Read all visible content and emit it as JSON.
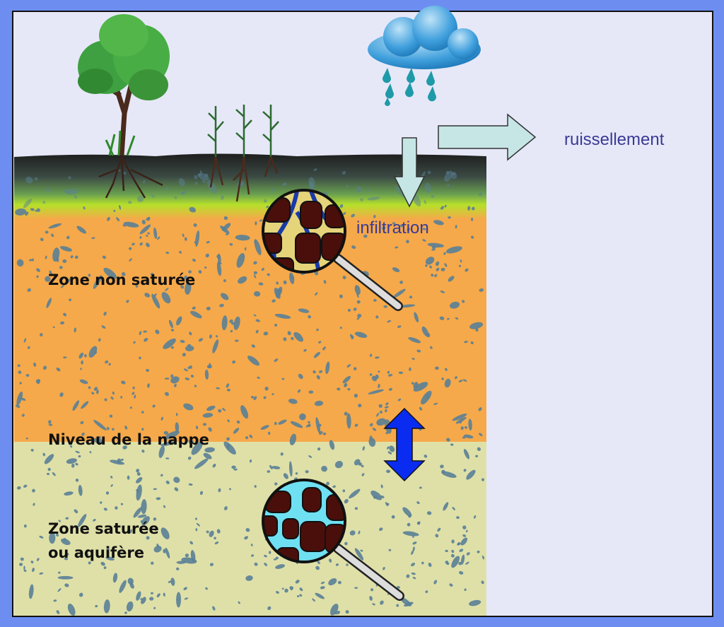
{
  "labels": {
    "unsaturated_zone": "Zone non saturée",
    "water_table": "Niveau de la nappe",
    "saturated_zone_line1": "Zone saturée",
    "saturated_zone_line2": "ou aquifère",
    "infiltration": "infiltration",
    "runoff": "ruissellement"
  },
  "colors": {
    "frame": "#6d8ef0",
    "background": "#e6e8f8",
    "unsaturated": "#f6a94a",
    "saturated": "#dfe0a8",
    "speckle": "#5a7f96",
    "arrow_light": "#c6e6e6",
    "arrow_blue": "#0a2cf0",
    "water": "#6fe0f2",
    "grain": "#4a0f0a",
    "text_blue": "#3b3a96"
  }
}
